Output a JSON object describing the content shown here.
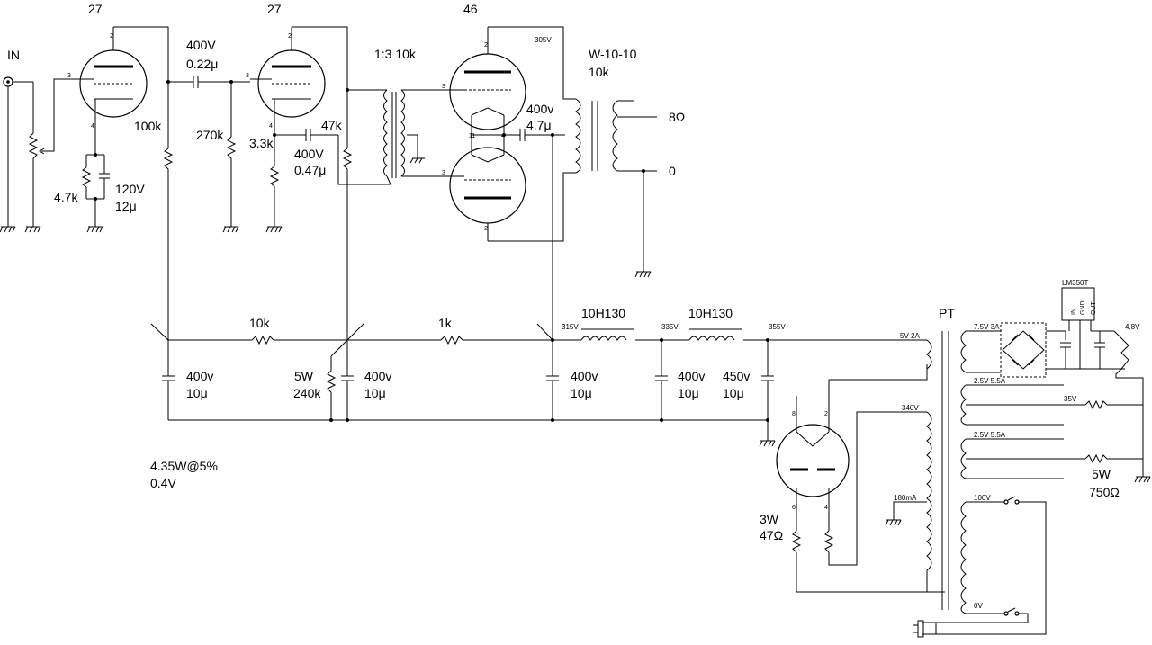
{
  "tubes": {
    "v1": "27",
    "v2": "27",
    "v3": "46"
  },
  "labels": {
    "input": "IN",
    "c_coupling_v": "400V",
    "c_coupling_c": "0.22μ",
    "r_plate1": "100k",
    "r_cathode1": "4.7k",
    "c_cathode1_v": "120V",
    "c_cathode1_c": "12μ",
    "r_grid2": "270k",
    "r_cathode2": "3.3k",
    "r_plate2": "47k",
    "c_bypass2_v": "400V",
    "c_bypass2_c": "0.47μ",
    "interstage": "1:3 10k",
    "b_plus_top": "305V",
    "output_tx": "W-10-10",
    "output_tx_z": "10k",
    "c_fb_v": "400v",
    "c_fb_c": "4.7μ",
    "out_8": "8Ω",
    "out_0": "0",
    "r_10k": "10k",
    "r_1k": "1k",
    "choke1": "10H130",
    "choke2": "10H130",
    "v315": "315V",
    "v335": "335V",
    "v355": "355V",
    "c1_v": "400v",
    "c1_c": "10μ",
    "r_bleed_w": "5W",
    "r_bleed_r": "240k",
    "c2_v": "400v",
    "c2_c": "10μ",
    "c3_v": "400v",
    "c3_c": "10μ",
    "c4_v": "400v",
    "c4_c": "10μ",
    "c5_v": "450v",
    "c5_c": "10μ",
    "power_w": "4.35W@5%",
    "power_v": "0.4V",
    "pt": "PT",
    "w_5v": "5V 2A",
    "w_75v": "7.5V 3A",
    "regulator": "LM350T",
    "reg_in": "IN",
    "reg_gnd": "GND",
    "reg_out": "OUT",
    "w_48v": "4.8V",
    "w_25a": "2.5V 5.5A",
    "w_35v": "35V",
    "w_25b": "2.5V 5.5A",
    "w_340v": "340V",
    "w_180ma": "180mA",
    "r_drop_w": "5W",
    "r_drop_r": "750Ω",
    "r_rect_w": "3W",
    "r_rect_r": "47Ω",
    "w_100v": "100V",
    "w_0v": "0V"
  }
}
